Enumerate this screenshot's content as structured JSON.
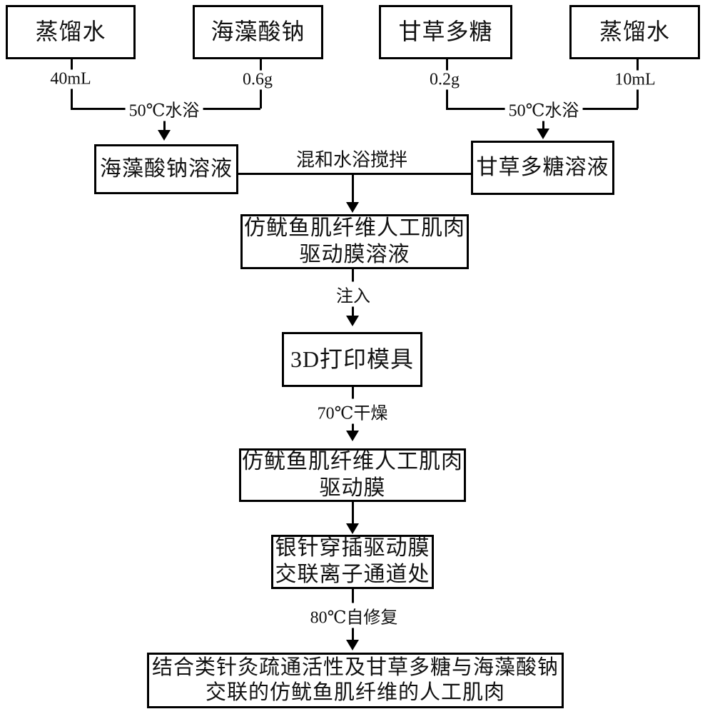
{
  "colors": {
    "line": "#000000",
    "text": "#111111",
    "background": "#ffffff"
  },
  "nodes": {
    "water_left": "蒸馏水",
    "sodium_alginate": "海藻酸钠",
    "licorice_polysaccharide": "甘草多糖",
    "water_right": "蒸馏水",
    "alginate_solution": "海藻酸钠溶液",
    "licorice_solution": "甘草多糖溶液",
    "film_solution_line1": "仿鱿鱼肌纤维人工肌肉",
    "film_solution_line2": "驱动膜溶液",
    "printed_mold": "3D打印模具",
    "film_line1": "仿鱿鱼肌纤维人工肌肉",
    "film_line2": "驱动膜",
    "needle_line1": "银针穿插驱动膜",
    "needle_line2": "交联离子通道处",
    "final_line1": "结合类针灸疏通活性及甘草多糖与海藻酸钠",
    "final_line2": "交联的仿鱿鱼肌纤维的人工肌肉"
  },
  "labels": {
    "volume_left": "40mL",
    "mass_alginate": "0.6g",
    "mass_licorice": "0.2g",
    "volume_right": "10mL",
    "water_bath_left": "50℃水浴",
    "water_bath_right": "50℃水浴",
    "mix_stir": "混和水浴搅拌",
    "inject": "注入",
    "dry": "70℃干燥",
    "self_heal": "80℃自修复"
  }
}
